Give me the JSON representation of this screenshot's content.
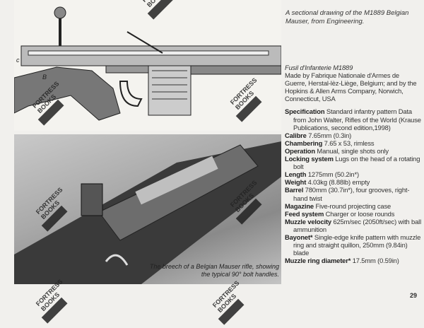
{
  "captions": {
    "drawing": "A sectional drawing of the M1889 Belgian Mauser, from Engineering.",
    "photo": "The breech of a Belgian Mauser rifle, showing the typical 90° bolt handles."
  },
  "drawing_labels": {
    "c": "c",
    "b": "B"
  },
  "specs": {
    "title": "Fusil d'Infanterie M1889",
    "maker": "Made by Fabrique Nationale d'Armes de Guerre, Herstal-lèz-Liège, Belgium; and by the Hopkins & Allen Arms Company, Norwich, Connecticut, USA",
    "items": [
      {
        "label": "Specification",
        "value": "Standard infantry pattern Data from  John Walter, Rifles of the World (Krause Publications, second edition,1998)"
      },
      {
        "label": "Calibre",
        "value": "7.65mm (0.3in)"
      },
      {
        "label": "Chambering",
        "value": "7.65 x 53, rimless"
      },
      {
        "label": "Operation",
        "value": "Manual, single shots only"
      },
      {
        "label": "Locking system",
        "value": "Lugs on the head of a rotating bolt"
      },
      {
        "label": "Length",
        "value": "1275mm (50.2in*)"
      },
      {
        "label": "Weight",
        "value": "4.03kg (8.88lb) empty"
      },
      {
        "label": "Barrel",
        "value": "780mm (30.7in*), four grooves, right-hand twist"
      },
      {
        "label": "Magazine",
        "value": "Five-round projecting case"
      },
      {
        "label": "Feed system",
        "value": "Charger or loose rounds"
      },
      {
        "label": "Muzzle velocity",
        "value": "625m/sec (2050ft/sec) with ball ammunition"
      },
      {
        "label": "Bayonet*",
        "value": "Single-edge knife pattern with muzzle ring and straight quillon, 250mm (9.84in) blade"
      },
      {
        "label": "Muzzle ring diameter*",
        "value": "17.5mm (0.59in)"
      }
    ]
  },
  "watermark": {
    "line1": "FORTRESS",
    "line2": "BOOKS"
  },
  "page_number": "29"
}
